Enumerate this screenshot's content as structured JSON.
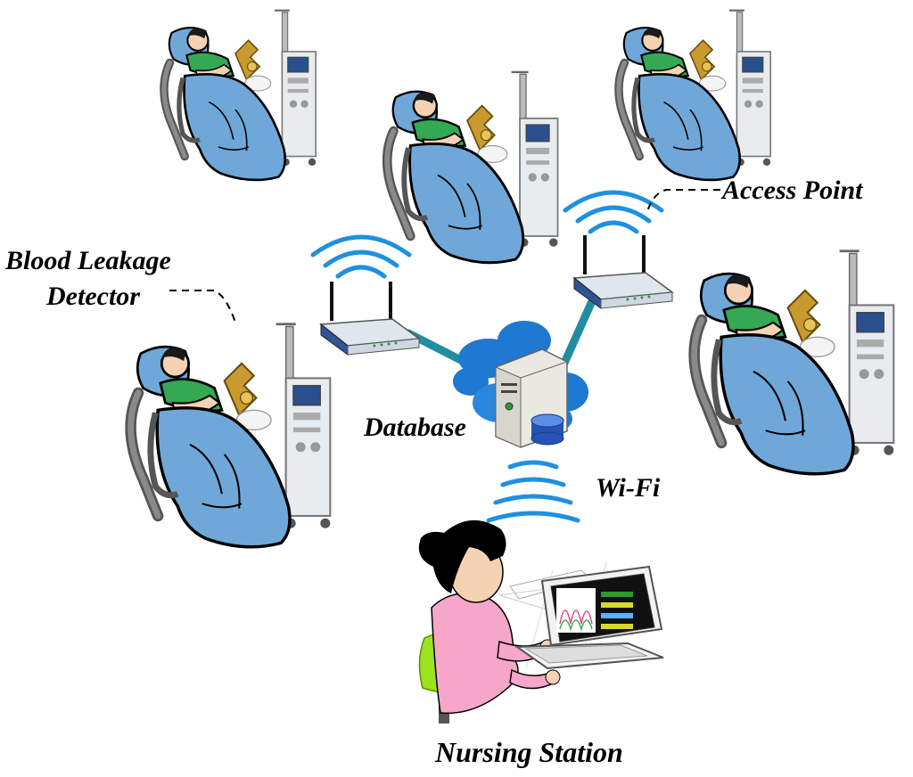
{
  "labels": {
    "blood_leakage_line1": "Blood Leakage",
    "blood_leakage_line2": "Detector",
    "access_point": "Access Point",
    "database": "Database",
    "wifi": "Wi-Fi",
    "nursing_station": "Nursing Station"
  },
  "colors": {
    "blanket": "#6fa8d8",
    "shirt": "#34a853",
    "wifi_wave": "#1e90e0",
    "link": "#1f8fa0",
    "cloud": "#1f78d1",
    "nurse_shirt": "#f5a6c9",
    "chair": "#9be21f"
  }
}
